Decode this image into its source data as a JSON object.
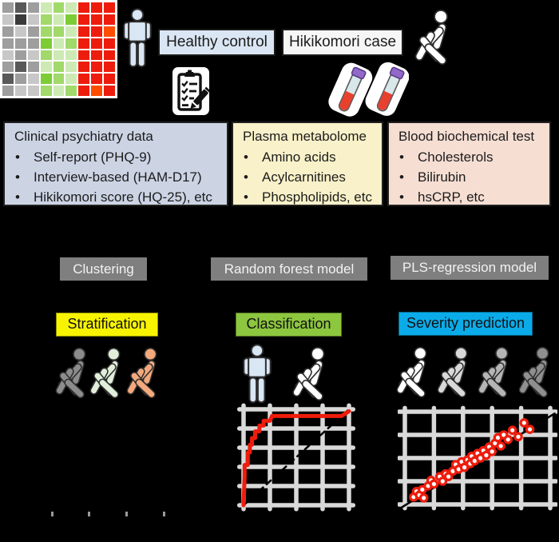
{
  "top": {
    "healthy_label": "Healthy control",
    "case_label": "Hikikomori case"
  },
  "data_boxes": [
    {
      "title": "Clinical psychiatry data",
      "items": [
        "Self-report (PHQ-9)",
        "Interview-based (HAM-D17)",
        "Hikikomori score (HQ-25), etc"
      ],
      "bg": "#ccd4e4"
    },
    {
      "title": "Plasma metabolome",
      "items": [
        "Amino acids",
        "Acylcarnitines",
        "Phospholipids, etc"
      ],
      "bg": "#f9f1c9"
    },
    {
      "title": "Blood biochemical test",
      "items": [
        "Cholesterols",
        "Bilirubin",
        "hsCRP, etc"
      ],
      "bg": "#f6ded3"
    }
  ],
  "methods": {
    "bg": "#7f7f7f",
    "m1": "Clustering",
    "m2": "Random forest model",
    "m3": "PLS-regression model"
  },
  "outcomes": {
    "o1": {
      "label": "Stratification",
      "bg": "#f8f400"
    },
    "o2": {
      "label": "Classification",
      "bg": "#8dc63f"
    },
    "o3": {
      "label": "Severity prediction",
      "bg": "#0aabe8"
    }
  },
  "person_colors": {
    "healthy": "#d9e6f4",
    "case": "#ffffff",
    "strata": [
      "#8c8c8c",
      "#e1eeda",
      "#f3a97c"
    ],
    "severity": [
      "#ffffff",
      "#d9d9d9",
      "#b5b5b5",
      "#8f8f8f"
    ]
  },
  "chart_data": [
    {
      "type": "heatmap",
      "description": "Stratification heatmap: three subject clusters (gray, green, red)",
      "palette": {
        "a": "#c7c7c7",
        "b": "#9e9e9e",
        "c": "#595959",
        "d": "#3b3b3b",
        "e": "#cdeab4",
        "f": "#a1d96a",
        "g": "#7ccd35",
        "r": "#ee1c0c",
        "o": "#ff4d00"
      },
      "rows": [
        "bcbeferrr",
        "adafegrrr",
        "babfferro",
        "bbbgefrrr",
        "abafeerrr",
        "bcbeferrr",
        "cbagferrr",
        "baafefror"
      ]
    },
    {
      "type": "line",
      "description": "ROC curve of random forest classification vs chance diagonal",
      "grid": {
        "x": [
          0,
          25,
          50,
          75,
          100
        ],
        "y": [
          0,
          20,
          40,
          60,
          80,
          100
        ]
      },
      "xlim": [
        0,
        100
      ],
      "ylim": [
        0,
        100
      ],
      "series": [
        {
          "name": "chance-diagonal",
          "style": "dashed",
          "color": "#000000",
          "points": [
            [
              0,
              0
            ],
            [
              100,
              100
            ]
          ]
        },
        {
          "name": "roc-curve",
          "color": "#ee1c0c",
          "points": [
            [
              0,
              0
            ],
            [
              1,
              30
            ],
            [
              1,
              42
            ],
            [
              4,
              42
            ],
            [
              4,
              55
            ],
            [
              6,
              55
            ],
            [
              6,
              63
            ],
            [
              8,
              63
            ],
            [
              8,
              70
            ],
            [
              11,
              70
            ],
            [
              11,
              77
            ],
            [
              15,
              77
            ],
            [
              15,
              83
            ],
            [
              19,
              83
            ],
            [
              19,
              88
            ],
            [
              25,
              88
            ],
            [
              27,
              93
            ],
            [
              93,
              93
            ],
            [
              100,
              98
            ]
          ]
        }
      ]
    },
    {
      "type": "scatter",
      "description": "PLS-regression severity prediction: points along fitted line",
      "grid": {
        "x": [
          0,
          20,
          40,
          60,
          80,
          100
        ],
        "y": [
          0,
          25,
          50,
          75,
          100
        ]
      },
      "xlim": [
        0,
        100
      ],
      "ylim": [
        0,
        100
      ],
      "marker": {
        "color": "#ee1c0c",
        "fill": "#ffffff"
      },
      "fit_line": {
        "color": "#000000",
        "points": [
          [
            -2,
            -3
          ],
          [
            103,
            98
          ]
        ]
      },
      "points": [
        [
          6,
          8
        ],
        [
          8,
          14
        ],
        [
          10,
          10
        ],
        [
          12,
          16
        ],
        [
          13,
          7
        ],
        [
          16,
          20
        ],
        [
          18,
          26
        ],
        [
          20,
          22
        ],
        [
          24,
          30
        ],
        [
          26,
          25
        ],
        [
          28,
          33
        ],
        [
          30,
          30
        ],
        [
          33,
          36
        ],
        [
          35,
          43
        ],
        [
          37,
          38
        ],
        [
          39,
          46
        ],
        [
          41,
          40
        ],
        [
          43,
          48
        ],
        [
          45,
          44
        ],
        [
          46,
          52
        ],
        [
          48,
          47
        ],
        [
          50,
          55
        ],
        [
          52,
          50
        ],
        [
          54,
          58
        ],
        [
          56,
          53
        ],
        [
          58,
          62
        ],
        [
          60,
          57
        ],
        [
          62,
          66
        ],
        [
          64,
          72
        ],
        [
          66,
          63
        ],
        [
          68,
          75
        ],
        [
          71,
          70
        ],
        [
          74,
          80
        ],
        [
          78,
          73
        ],
        [
          82,
          88
        ],
        [
          86,
          81
        ]
      ]
    }
  ]
}
